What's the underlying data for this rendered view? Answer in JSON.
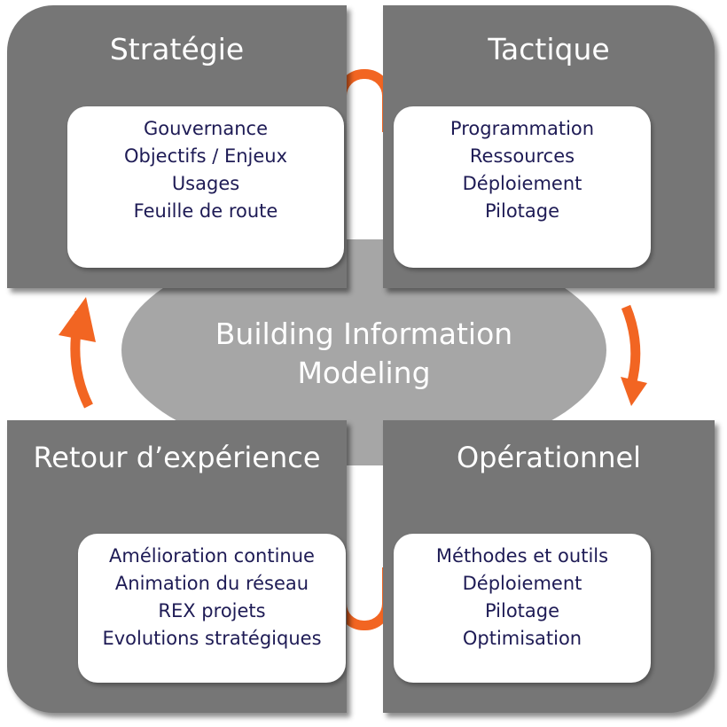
{
  "center": {
    "line1": "Building Information",
    "line2": "Modeling"
  },
  "quadrants": {
    "top_left": {
      "title": "Stratégie",
      "items": [
        "Gouvernance",
        "Objectifs / Enjeux",
        "Usages",
        "Feuille de route"
      ]
    },
    "top_right": {
      "title": "Tactique",
      "items": [
        "Programmation",
        "Ressources",
        "Déploiement",
        "Pilotage"
      ]
    },
    "bottom_left": {
      "title": "Retour d’expérience",
      "items": [
        "Amélioration continue",
        "Animation du réseau",
        "REX projets",
        "Evolutions stratégiques"
      ]
    },
    "bottom_right": {
      "title": "Opérationnel",
      "items": [
        "Méthodes et outils",
        "Déploiement",
        "Pilotage",
        "Optimisation"
      ]
    }
  },
  "colors": {
    "quadrant": "#767676",
    "center": "#a6a6a6",
    "arrow": "#f26522",
    "card_text": "#1e1b55"
  }
}
